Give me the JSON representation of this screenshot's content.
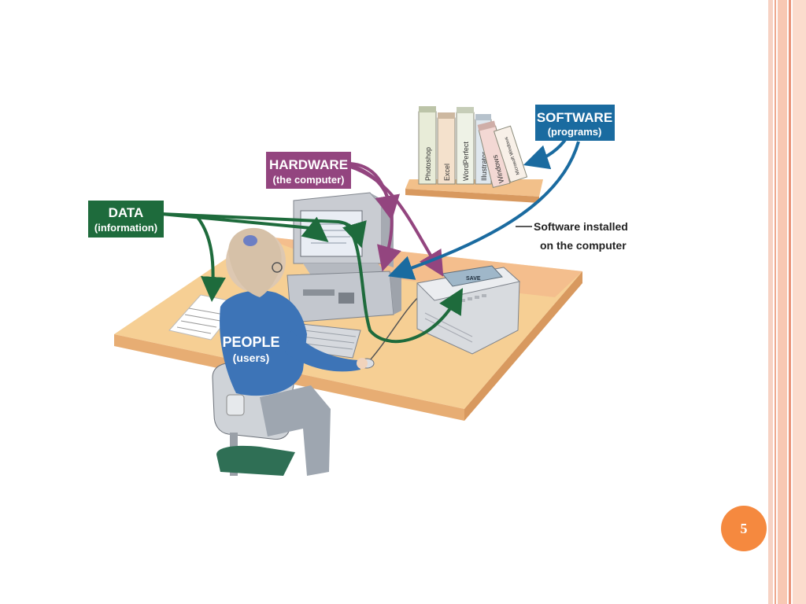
{
  "labels": {
    "software_title": "SOFTWARE",
    "software_sub": "(programs)",
    "hardware_title": "HARDWARE",
    "hardware_sub": "(the computer)",
    "data_title": "DATA",
    "data_sub": "(information)",
    "people_title": "PEOPLE",
    "people_sub": "(users)",
    "installed_line1": "Software installed",
    "installed_line2": "on the computer"
  },
  "books": [
    "Photoshop",
    "Excel",
    "WordPerfect",
    "Illustrator",
    "Windows",
    "Microsoft Windows"
  ],
  "screen_text": "SAVE",
  "page_number": "5",
  "colors": {
    "software": "#1a6ba0",
    "hardware": "#93457f",
    "data": "#1e6b3c",
    "people": "#5b4a9e",
    "page_badge": "#f5893f"
  }
}
